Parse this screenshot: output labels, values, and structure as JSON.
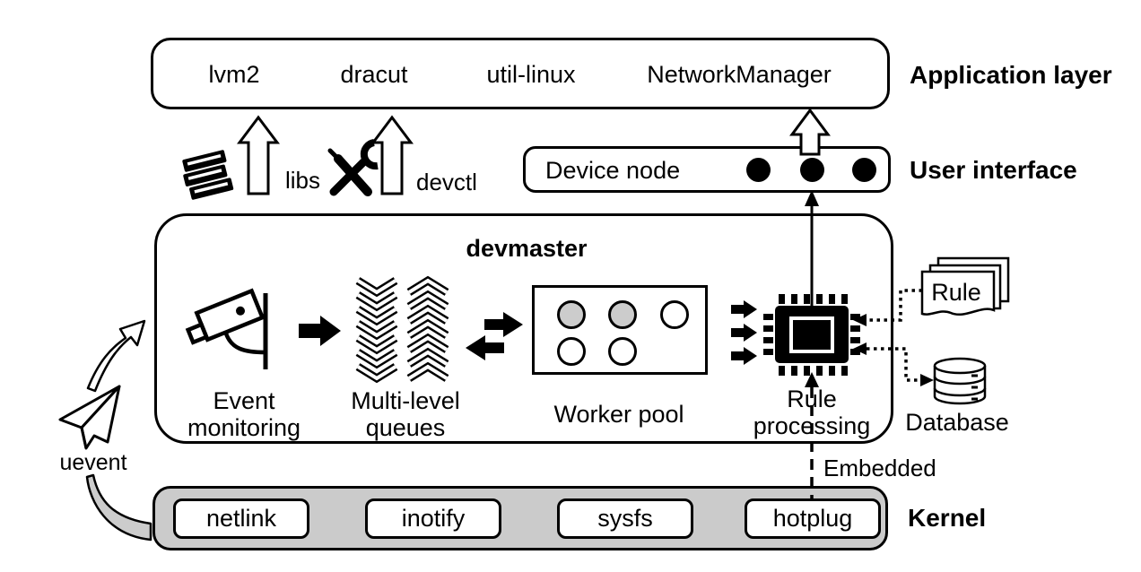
{
  "application_layer": {
    "label": "Application layer",
    "apps": [
      "lvm2",
      "dracut",
      "util-linux",
      "NetworkManager"
    ]
  },
  "user_interface": {
    "label": "User interface",
    "device_node_label": "Device node"
  },
  "bridges": {
    "libs_label": "libs",
    "devctl_label": "devctl"
  },
  "devmaster": {
    "title": "devmaster",
    "event_monitoring_label": "Event\nmonitoring",
    "multilevel_queues_label": "Multi-level\nqueues",
    "worker_pool_label": "Worker pool",
    "rule_processing_label": "Rule\nprocessing",
    "worker_circle_fills": [
      "#cccccc",
      "#cccccc",
      "#ffffff",
      "#ffffff",
      "#ffffff"
    ]
  },
  "rules_store": {
    "rule_label": "Rule",
    "database_label": "Database"
  },
  "kernel": {
    "label": "Kernel",
    "interfaces": [
      "netlink",
      "inotify",
      "sysfs",
      "hotplug"
    ],
    "embedded_label": "Embedded",
    "uevent_label": "uevent"
  },
  "colors": {
    "kernel_band": "#cbcbcb",
    "worker_busy": "#cccccc",
    "worker_idle": "#ffffff",
    "ink": "#000000"
  }
}
